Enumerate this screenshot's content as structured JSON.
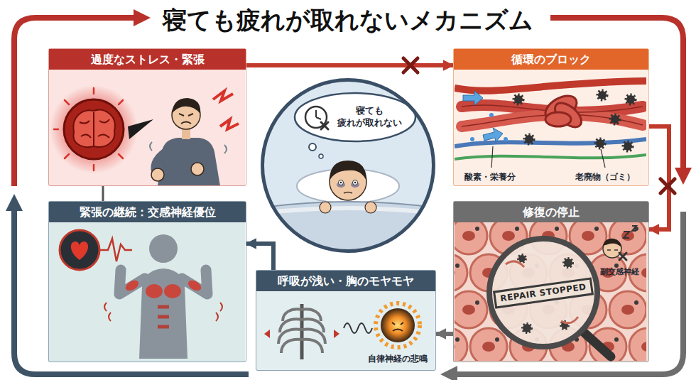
{
  "diagram": {
    "title": "寝ても疲れが取れないメカニズム",
    "nodes": [
      {
        "text": [
          "過度なストレス・緊張"
        ]
      },
      {
        "text": [
          "寝ても 疲れが取れない"
        ]
      },
      {
        "text": [
          "循環のブロック"
        ]
      },
      {
        "text": [
          "修復の停止"
        ]
      },
      {
        "text": [
          "呼吸が浅い・胸のモヤモヤ"
        ]
      },
      {
        "text": [
          "緊張の継続：交感神経優位"
        ]
      }
    ],
    "edges": [
      {
        "from": 0,
        "to": 2,
        "arrow": "to"
      },
      {
        "from": 2,
        "to": 3,
        "arrow": "to"
      },
      {
        "from": 3,
        "to": 4,
        "arrow": "to"
      },
      {
        "from": 4,
        "to": 5,
        "arrow": "to"
      },
      {
        "from": 5,
        "to": 0,
        "arrow": "none"
      }
    ],
    "labels": [
      "酸素・栄養分",
      "老廃物（ゴミ）",
      "REPAIR STOPPED",
      "副交感神経",
      "自律神経の悲鳴"
    ]
  }
}
